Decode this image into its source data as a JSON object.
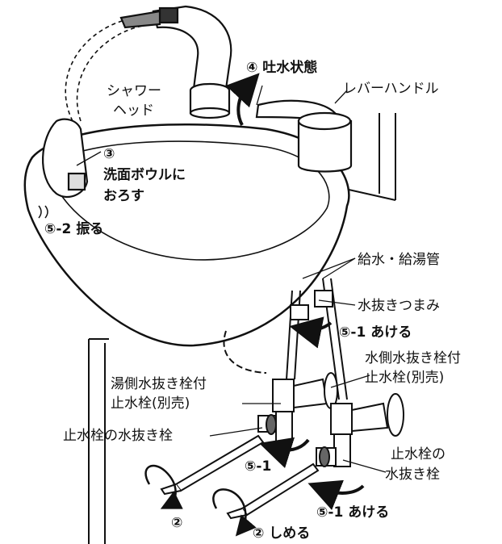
{
  "labels": {
    "shower_head": "シャワー",
    "shower_head_2": "ヘッド",
    "step4": "④ 吐水状態",
    "lever_handle": "レバーハンドル",
    "step3_num": "③",
    "step3_a": "洗面ボウルに",
    "step3_b": "おろす",
    "step5_2": "⑤-2 振る",
    "supply_pipes": "給水・給湯管",
    "drain_knob": "水抜きつまみ",
    "step5_1_open_top": "⑤-1 あける",
    "cold_valve_a": "水側水抜き栓付",
    "cold_valve_b": "止水栓(別売)",
    "hot_valve_a": "湯側水抜き栓付",
    "hot_valve_b": "止水栓(別売)",
    "stop_valve_drain_left": "止水栓の水抜き栓",
    "step5_1_mid": "⑤-1",
    "stop_valve_drain_right_a": "止水栓の",
    "stop_valve_drain_right_b": "水抜き栓",
    "step5_1_open_bottom": "⑤-1 あける",
    "step2_left": "②",
    "step2_close": "② しめる"
  }
}
